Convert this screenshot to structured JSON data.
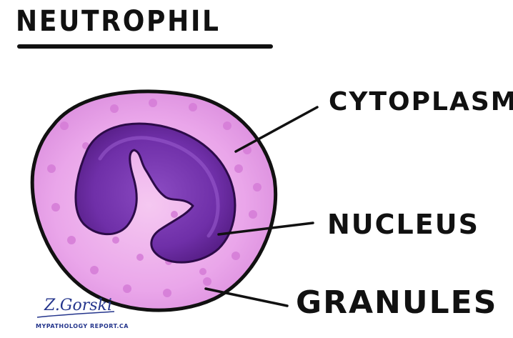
{
  "diagram": {
    "title": "NEUTROPHIL",
    "labels": {
      "cytoplasm": "CYTOPLASM",
      "nucleus": "NUCLEUS",
      "granules": "GRANULES"
    },
    "signature": "Z.Gorski",
    "website": "MYPATHOLOGY REPORT.CA"
  },
  "colors": {
    "cell_fill": "#e89ce8",
    "cell_inner_glow": "#f4c4f0",
    "cell_outline": "#111111",
    "granule": "#d67ed8",
    "nucleus_dark": "#5e1e8c",
    "nucleus_mid": "#7a3cb4",
    "signature": "#24358c"
  }
}
